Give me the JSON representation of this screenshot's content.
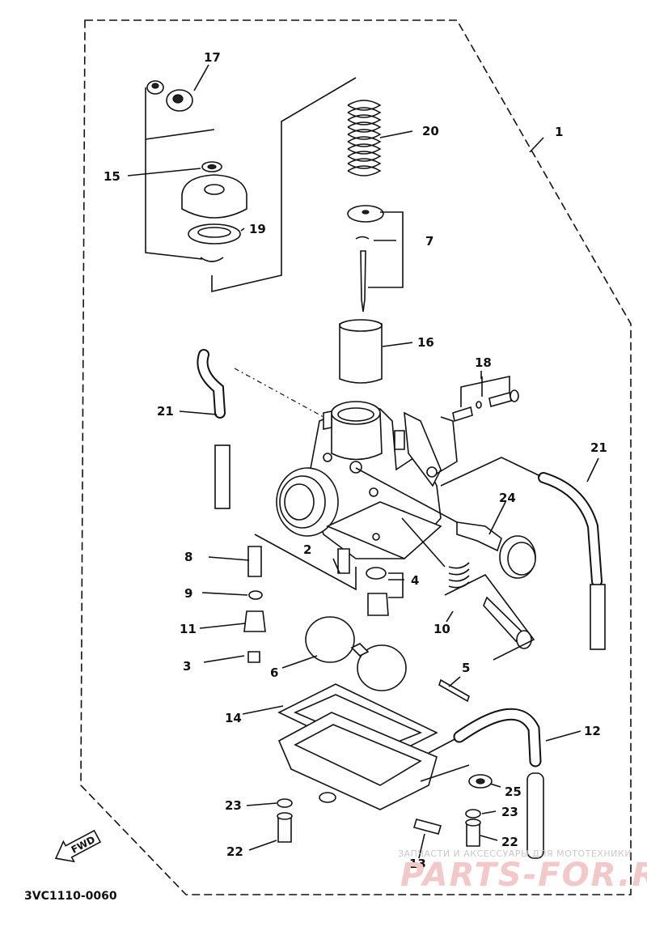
{
  "part_labels": {
    "p1": "1",
    "p2": "2",
    "p3": "3",
    "p4": "4",
    "p5": "5",
    "p6": "6",
    "p7": "7",
    "p8": "8",
    "p9": "9",
    "p10": "10",
    "p11": "11",
    "p12": "12",
    "p13": "13",
    "p14": "14",
    "p15": "15",
    "p16": "16",
    "p17": "17",
    "p18": "18",
    "p19": "19",
    "p20": "20",
    "p21a": "21",
    "p21b": "21",
    "p22a": "22",
    "p22b": "22",
    "p23a": "23",
    "p23b": "23",
    "p24": "24",
    "p25": "25"
  },
  "fwd_label": "FWD",
  "diagram_code": "3VC1110-0060",
  "watermark": {
    "caption": "ЗАПЧАСТИ И АКСЕССУАРЫ ДЛЯ МОТОТЕХНИКИ",
    "brand": "PARTS-FOR.RU"
  },
  "colors": {
    "ink": "#111111",
    "paper": "#ffffff",
    "watermark_red": "#f2c8c8",
    "watermark_gray": "#c9c9c9"
  }
}
